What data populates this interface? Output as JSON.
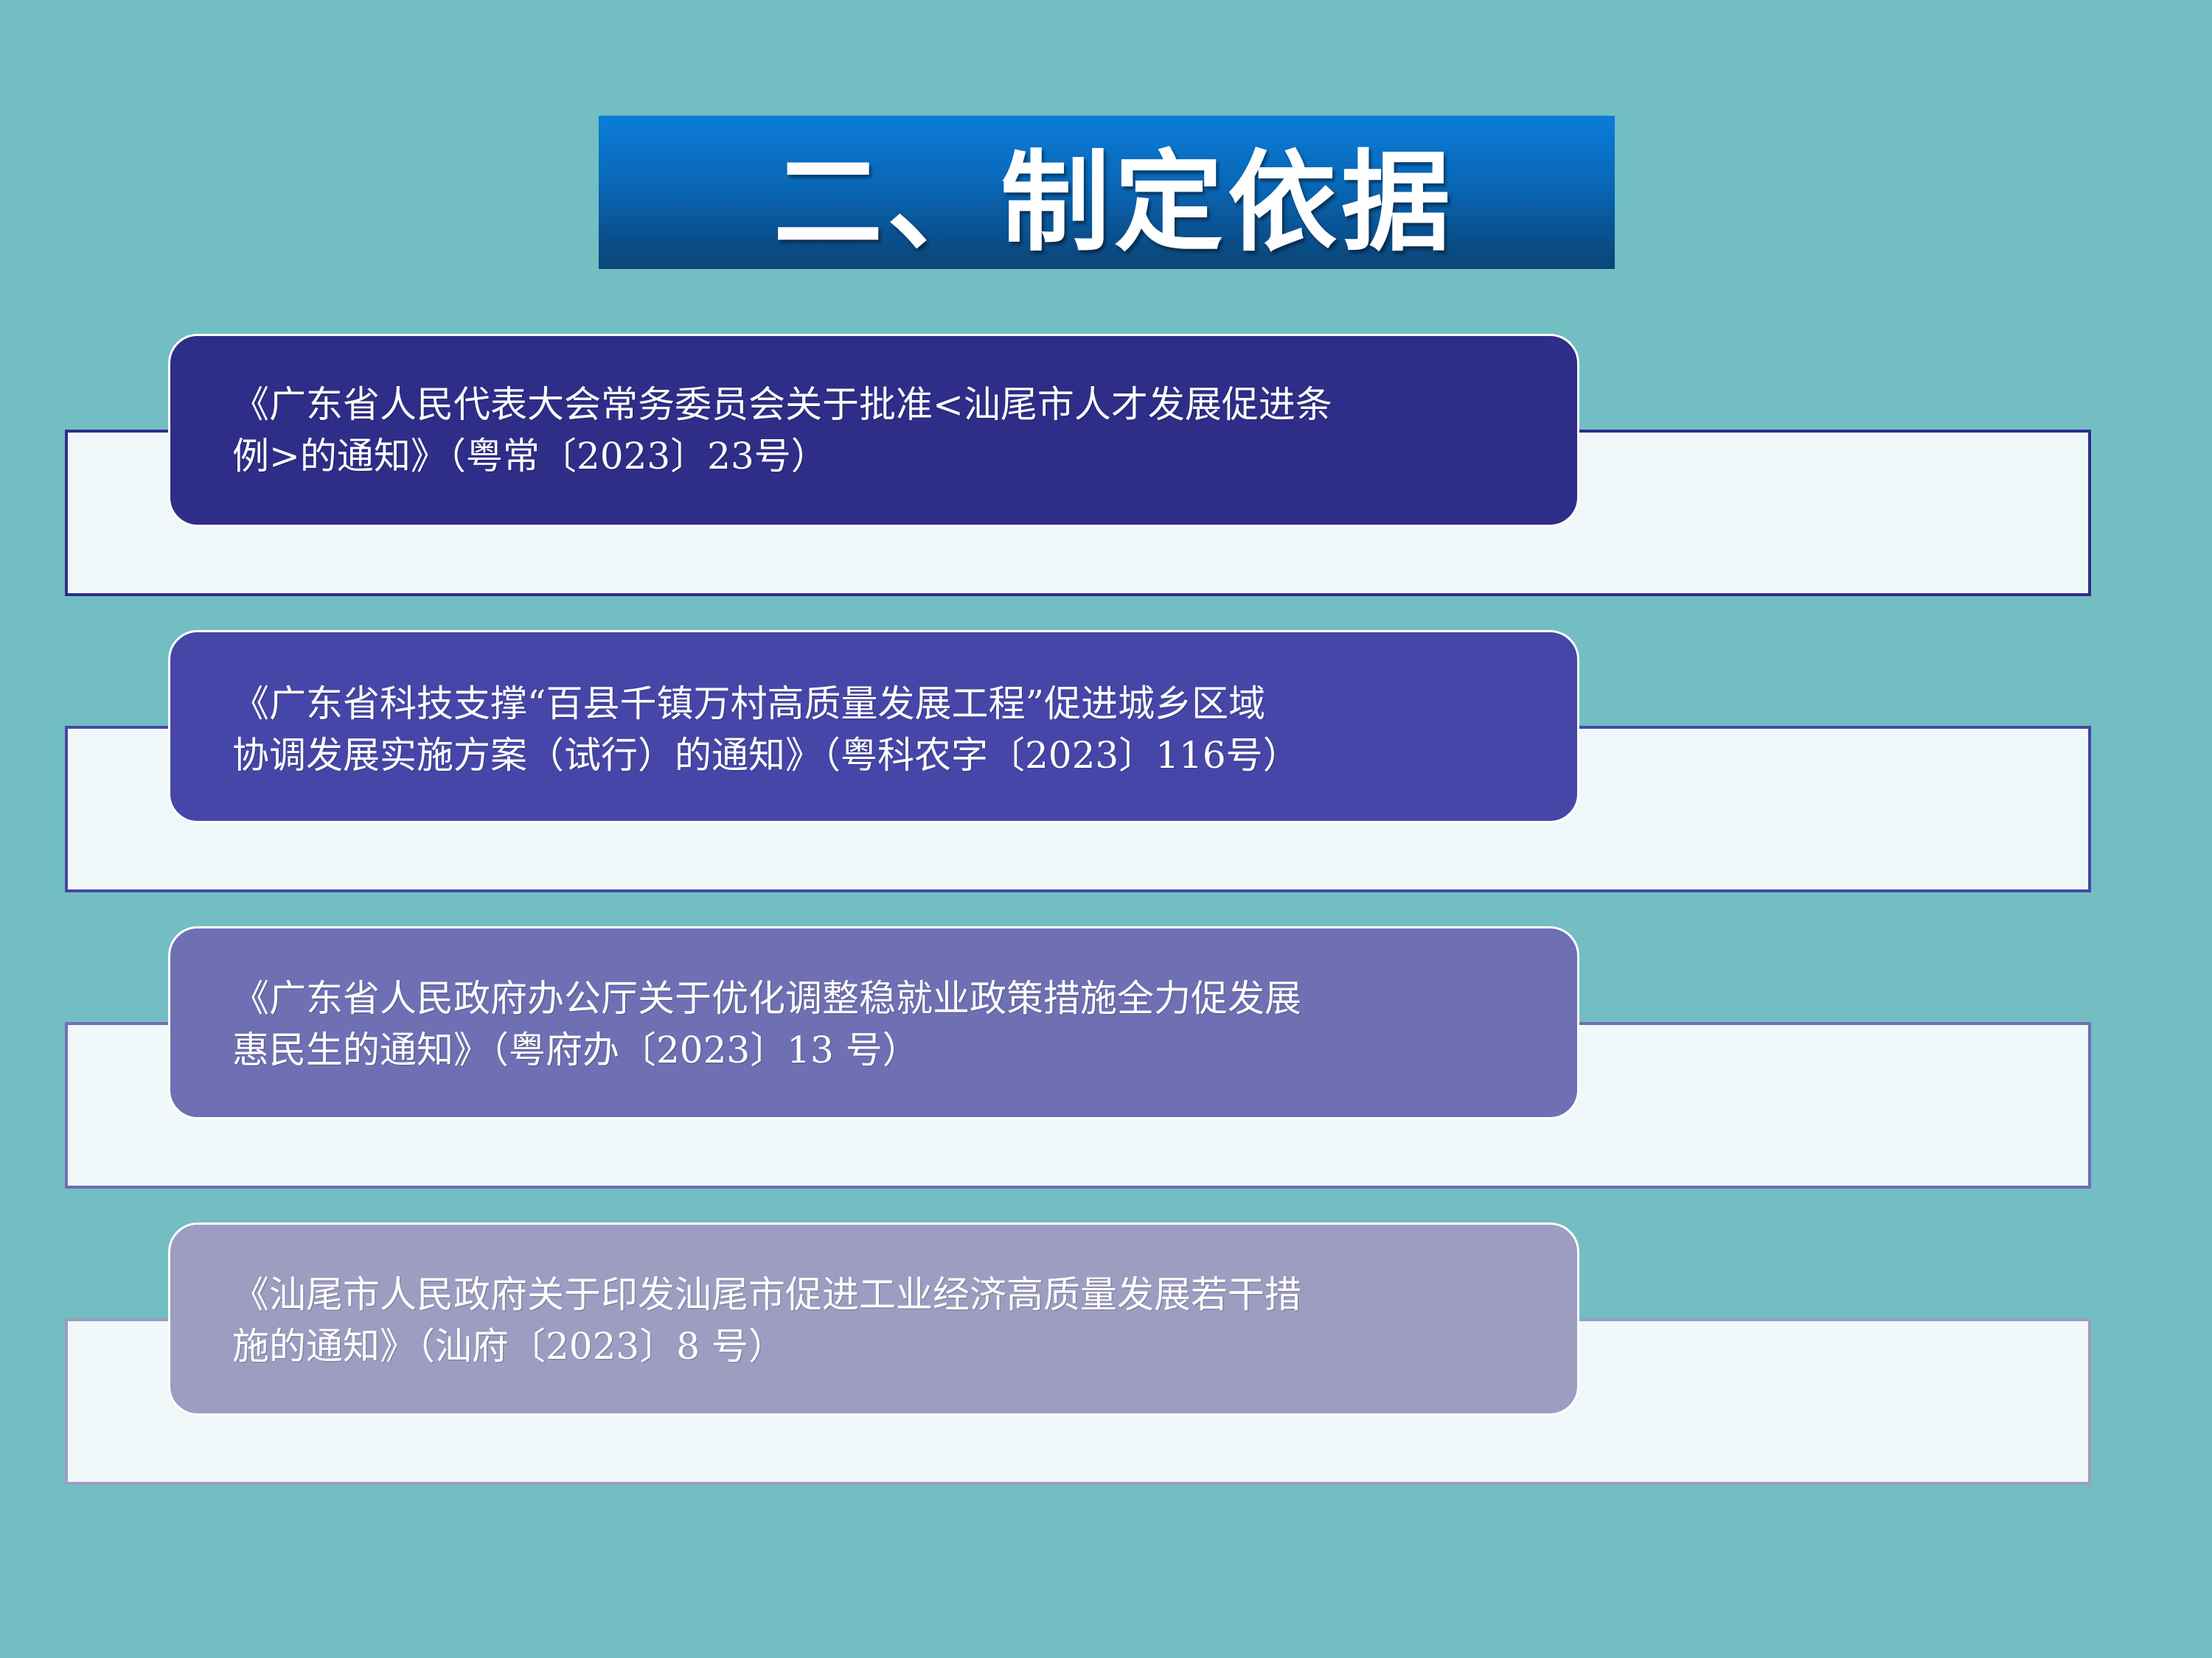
{
  "slide": {
    "title": "二、制定依据",
    "colors": {
      "background": "#72BEC3",
      "title_gradient_top": "#0A7DDA",
      "title_gradient_bottom": "#0B4676",
      "outer_box_fill": "#F0F7F9",
      "text": "#FFFFFF"
    },
    "items": [
      {
        "line1": "《广东省人民代表大会常务委员会关于批准<汕尾市人才发展促进条",
        "line2": "例>的通知》（粤常〔2023〕23号）",
        "card_color": "#2E2D88",
        "border_color": "#2E2D88"
      },
      {
        "line1": "《广东省科技支撑“百县千镇万村高质量发展工程”促进城乡区域",
        "line2": "协调发展实施方案（试行）的通知》（粤科农字〔2023〕116号）",
        "card_color": "#4646A8",
        "border_color": "#4646A8"
      },
      {
        "line1": "《广东省人民政府办公厅关于优化调整稳就业政策措施全力促发展",
        "line2": "惠民生的通知》（粤府办〔2023〕13 号）",
        "card_color": "#6F6FB4",
        "border_color": "#6F6FB4"
      },
      {
        "line1": "《汕尾市人民政府关于印发汕尾市促进工业经济高质量发展若干措",
        "line2": "施的通知》（汕府〔2023〕8 号）",
        "card_color": "#9D9CC1",
        "border_color": "#9D9CC1"
      }
    ]
  }
}
